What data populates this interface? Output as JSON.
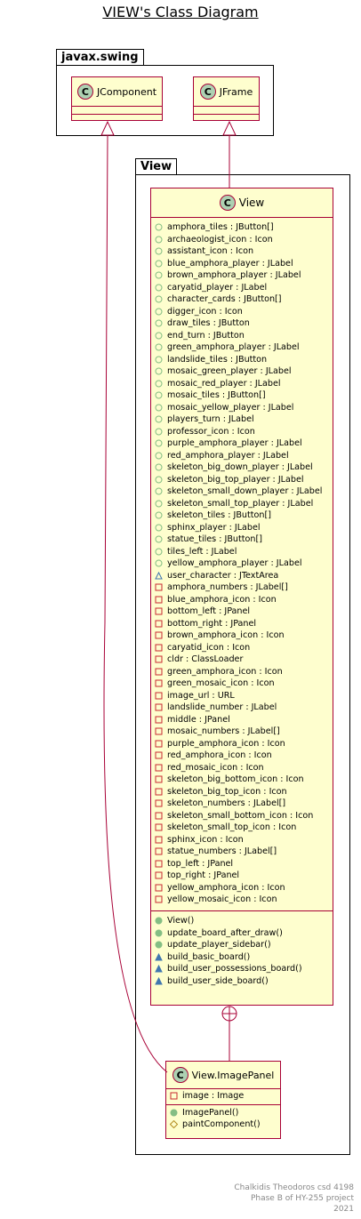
{
  "title": "VIEW's Class Diagram",
  "packages": {
    "swing": "javax.swing",
    "view": "View"
  },
  "classes": {
    "jcomponent": {
      "name": "JComponent"
    },
    "jframe": {
      "name": "JFrame"
    },
    "view": {
      "name": "View",
      "fields": [
        {
          "vis": "public",
          "text": "amphora_tiles : JButton[]"
        },
        {
          "vis": "public",
          "text": "archaeologist_icon : Icon"
        },
        {
          "vis": "public",
          "text": "assistant_icon : Icon"
        },
        {
          "vis": "public",
          "text": "blue_amphora_player : JLabel"
        },
        {
          "vis": "public",
          "text": "brown_amphora_player : JLabel"
        },
        {
          "vis": "public",
          "text": "caryatid_player : JLabel"
        },
        {
          "vis": "public",
          "text": "character_cards : JButton[]"
        },
        {
          "vis": "public",
          "text": "digger_icon : Icon"
        },
        {
          "vis": "public",
          "text": "draw_tiles : JButton"
        },
        {
          "vis": "public",
          "text": "end_turn : JButton"
        },
        {
          "vis": "public",
          "text": "green_amphora_player : JLabel"
        },
        {
          "vis": "public",
          "text": "landslide_tiles : JButton"
        },
        {
          "vis": "public",
          "text": "mosaic_green_player : JLabel"
        },
        {
          "vis": "public",
          "text": "mosaic_red_player : JLabel"
        },
        {
          "vis": "public",
          "text": "mosaic_tiles : JButton[]"
        },
        {
          "vis": "public",
          "text": "mosaic_yellow_player : JLabel"
        },
        {
          "vis": "public",
          "text": "players_turn : JLabel"
        },
        {
          "vis": "public",
          "text": "professor_icon : Icon"
        },
        {
          "vis": "public",
          "text": "purple_amphora_player : JLabel"
        },
        {
          "vis": "public",
          "text": "red_amphora_player : JLabel"
        },
        {
          "vis": "public",
          "text": "skeleton_big_down_player : JLabel"
        },
        {
          "vis": "public",
          "text": "skeleton_big_top_player : JLabel"
        },
        {
          "vis": "public",
          "text": "skeleton_small_down_player : JLabel"
        },
        {
          "vis": "public",
          "text": "skeleton_small_top_player : JLabel"
        },
        {
          "vis": "public",
          "text": "skeleton_tiles : JButton[]"
        },
        {
          "vis": "public",
          "text": "sphinx_player : JLabel"
        },
        {
          "vis": "public",
          "text": "statue_tiles : JButton[]"
        },
        {
          "vis": "public",
          "text": "tiles_left : JLabel"
        },
        {
          "vis": "public",
          "text": "yellow_amphora_player : JLabel"
        },
        {
          "vis": "package",
          "text": "user_character : JTextArea"
        },
        {
          "vis": "private",
          "text": "amphora_numbers : JLabel[]"
        },
        {
          "vis": "private",
          "text": "blue_amphora_icon : Icon"
        },
        {
          "vis": "private",
          "text": "bottom_left : JPanel"
        },
        {
          "vis": "private",
          "text": "bottom_right : JPanel"
        },
        {
          "vis": "private",
          "text": "brown_amphora_icon : Icon"
        },
        {
          "vis": "private",
          "text": "caryatid_icon : Icon"
        },
        {
          "vis": "private",
          "text": "cldr : ClassLoader"
        },
        {
          "vis": "private",
          "text": "green_amphora_icon : Icon"
        },
        {
          "vis": "private",
          "text": "green_mosaic_icon : Icon"
        },
        {
          "vis": "private",
          "text": "image_url : URL"
        },
        {
          "vis": "private",
          "text": "landslide_number : JLabel"
        },
        {
          "vis": "private",
          "text": "middle : JPanel"
        },
        {
          "vis": "private",
          "text": "mosaic_numbers : JLabel[]"
        },
        {
          "vis": "private",
          "text": "purple_amphora_icon : Icon"
        },
        {
          "vis": "private",
          "text": "red_amphora_icon : Icon"
        },
        {
          "vis": "private",
          "text": "red_mosaic_icon : Icon"
        },
        {
          "vis": "private",
          "text": "skeleton_big_bottom_icon : Icon"
        },
        {
          "vis": "private",
          "text": "skeleton_big_top_icon : Icon"
        },
        {
          "vis": "private",
          "text": "skeleton_numbers : JLabel[]"
        },
        {
          "vis": "private",
          "text": "skeleton_small_bottom_icon : Icon"
        },
        {
          "vis": "private",
          "text": "skeleton_small_top_icon : Icon"
        },
        {
          "vis": "private",
          "text": "sphinx_icon : Icon"
        },
        {
          "vis": "private",
          "text": "statue_numbers : JLabel[]"
        },
        {
          "vis": "private",
          "text": "top_left : JPanel"
        },
        {
          "vis": "private",
          "text": "top_right : JPanel"
        },
        {
          "vis": "private",
          "text": "yellow_amphora_icon : Icon"
        },
        {
          "vis": "private",
          "text": "yellow_mosaic_icon : Icon"
        }
      ],
      "methods": [
        {
          "vis": "public",
          "text": "View()"
        },
        {
          "vis": "public",
          "text": "update_board_after_draw()"
        },
        {
          "vis": "public",
          "text": "update_player_sidebar()"
        },
        {
          "vis": "package",
          "text": "build_basic_board()"
        },
        {
          "vis": "package",
          "text": "build_user_possessions_board()"
        },
        {
          "vis": "package",
          "text": "build_user_side_board()"
        }
      ]
    },
    "imagepanel": {
      "name": "View.ImagePanel",
      "fields": [
        {
          "vis": "private",
          "text": "image : Image"
        }
      ],
      "methods": [
        {
          "vis": "public",
          "text": "ImagePanel()"
        },
        {
          "vis": "protected",
          "text": "paintComponent()"
        }
      ]
    }
  },
  "footer": {
    "line1": "Chalkidis Theodoros csd 4198",
    "line2": "Phase B of HY-255 project",
    "line3": "2021"
  },
  "colors": {
    "class_fill": "#fefece",
    "class_border": "#a80036",
    "badge_fill": "#add1b2",
    "public": "#84be84",
    "private": "#c82930",
    "package": "#4177af",
    "protected": "#b38d22"
  }
}
